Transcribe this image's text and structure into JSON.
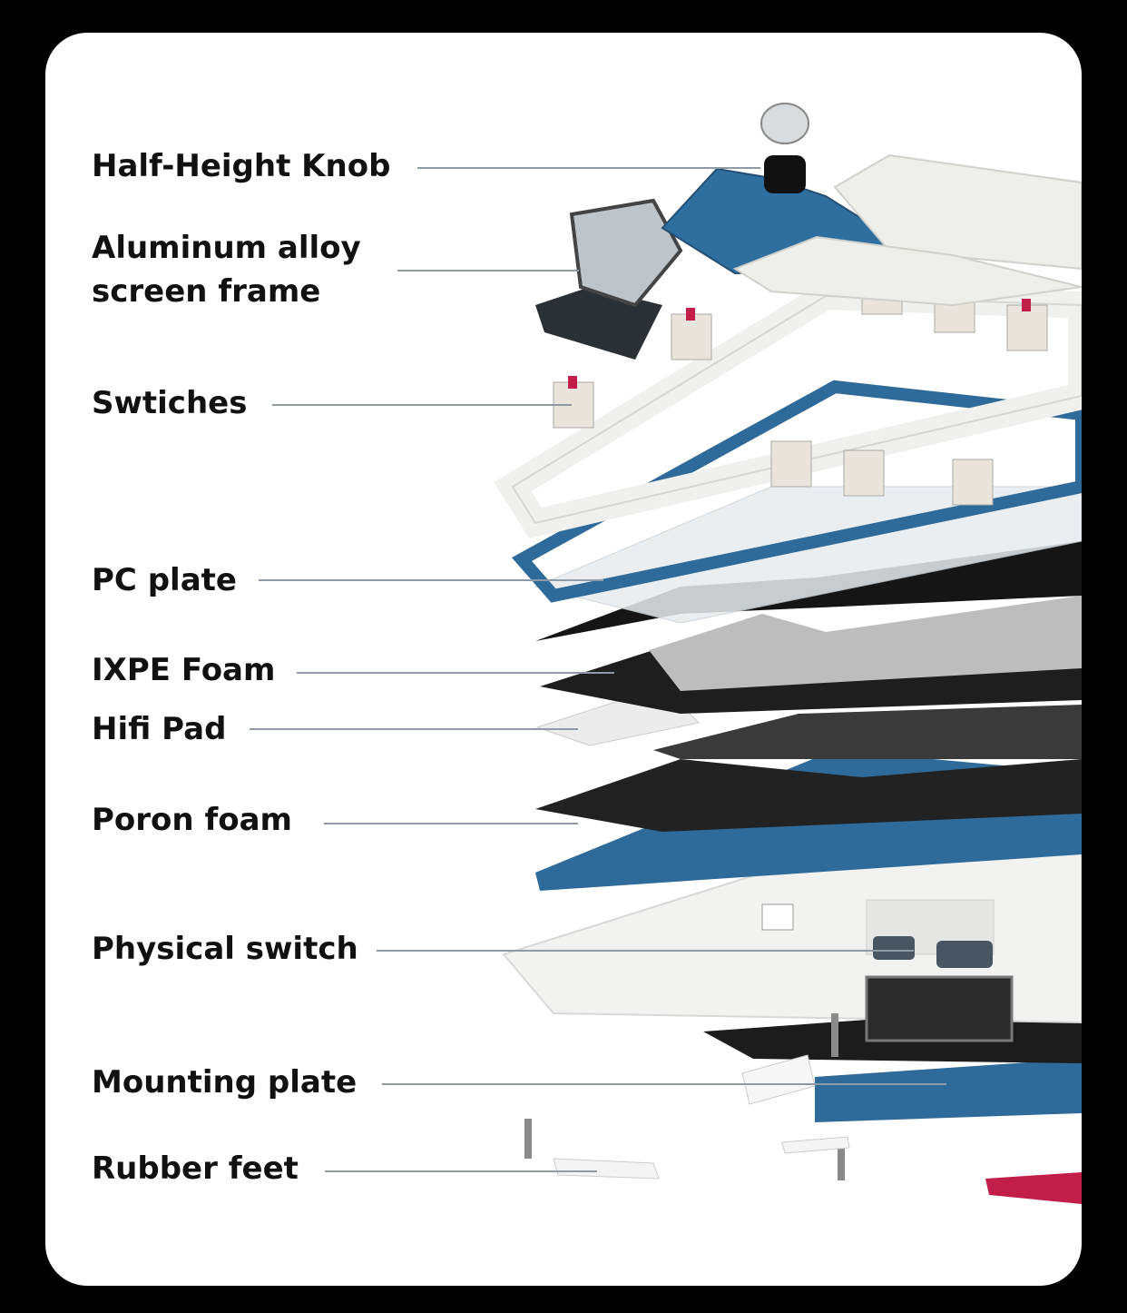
{
  "labels": {
    "knob": "Half-Height Knob",
    "frame_line1": "Aluminum alloy",
    "frame_line2": "screen frame",
    "switches": "Swtiches",
    "pc_plate": "PC plate",
    "ixpe_foam": "IXPE Foam",
    "hifi_pad": "Hifi Pad",
    "poron_foam": "Poron foam",
    "physical_switch": "Physical switch",
    "mounting_plate": "Mounting plate",
    "rubber_feet": "Rubber feet"
  },
  "colors": {
    "background": "#000000",
    "card": "#ffffff",
    "label_text": "#111111",
    "leader_line": "#8e9aa6",
    "blue_accent": "#2e6a9a",
    "white_case": "#f2f2f0",
    "dark_layer": "#1c1c1c",
    "red_accent": "#c21e4a"
  }
}
